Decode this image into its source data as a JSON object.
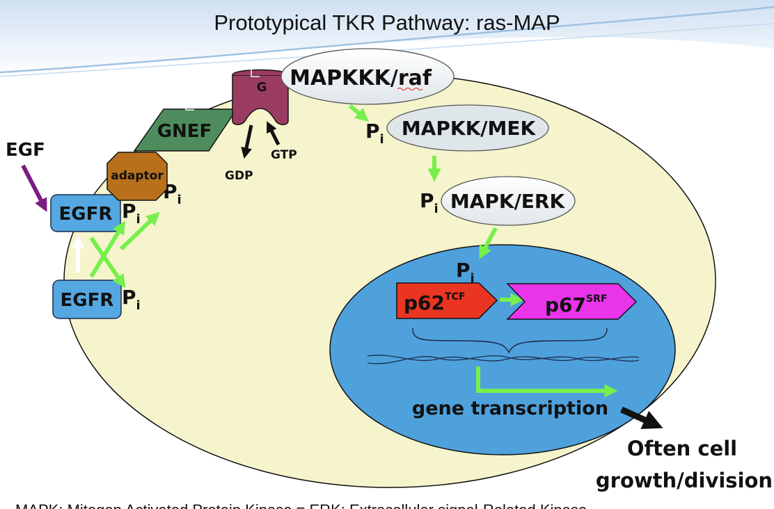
{
  "title": "Prototypical TKR Pathway: ras-MAP",
  "ligand": "EGF",
  "receptor_top": "EGFR",
  "receptor_bottom": "EGFR",
  "phosphate": {
    "p": "P",
    "i": "i"
  },
  "adaptor": "adaptor",
  "gnef": "GNEF",
  "g_protein": "G",
  "gdp": "GDP",
  "gtp": "GTP",
  "mapkkk": "MAPKKK/raf",
  "mapkk": "MAPKK/MEK",
  "mapk": "MAPK/ERK",
  "tf1": {
    "base": "p62",
    "sup": "TCF"
  },
  "tf2": {
    "base": "p67",
    "sup": "SRF"
  },
  "gene_transcription": "gene transcription",
  "outcome_line1": "Often cell",
  "outcome_line2": "growth/division",
  "footer": "MAPK: Mitogen Activated Protein Kinase = ERK: Extracellular signal-Related Kinase",
  "colors": {
    "cell": "#f6f4cc",
    "nucleus": "#4fa1dc",
    "receptor": "#55a7e1",
    "adaptor": "#b8701d",
    "gnef": "#4f8c5d",
    "g_protein": "#9a3c62",
    "kinase": "#eff0f1",
    "p62": "#ea3522",
    "p67": "#ea34ea",
    "signal_arrow": "#77ef4c",
    "ligand_arrow": "#7a1d82"
  }
}
